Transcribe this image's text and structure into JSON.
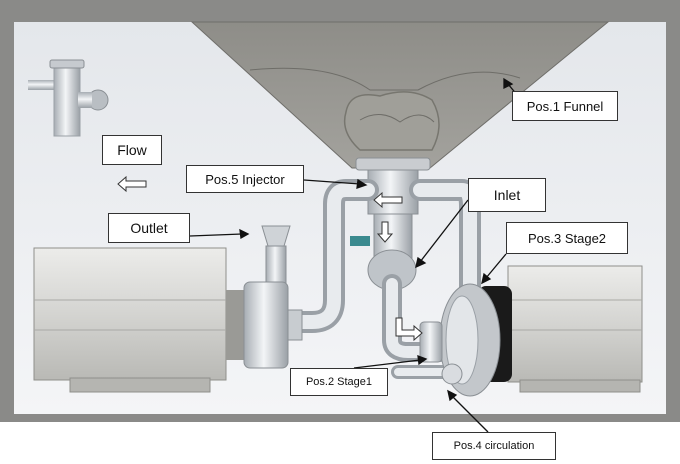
{
  "labels": {
    "flow": "Flow",
    "outlet": "Outlet",
    "injector": "Pos.5 Injector",
    "funnel": "Pos.1 Funnel",
    "inlet": "Inlet",
    "stage2": "Pos.3 Stage2",
    "stage1": "Pos.2 Stage1",
    "circulation": "Pos.4 circulation"
  },
  "colors": {
    "frame": "#8a8a88",
    "background": "#eef0f3",
    "funnel": "#8b8a85",
    "pipe": "#d6dade",
    "motor": "#d9d9d6",
    "pump_dark": "#1a1a1a"
  }
}
